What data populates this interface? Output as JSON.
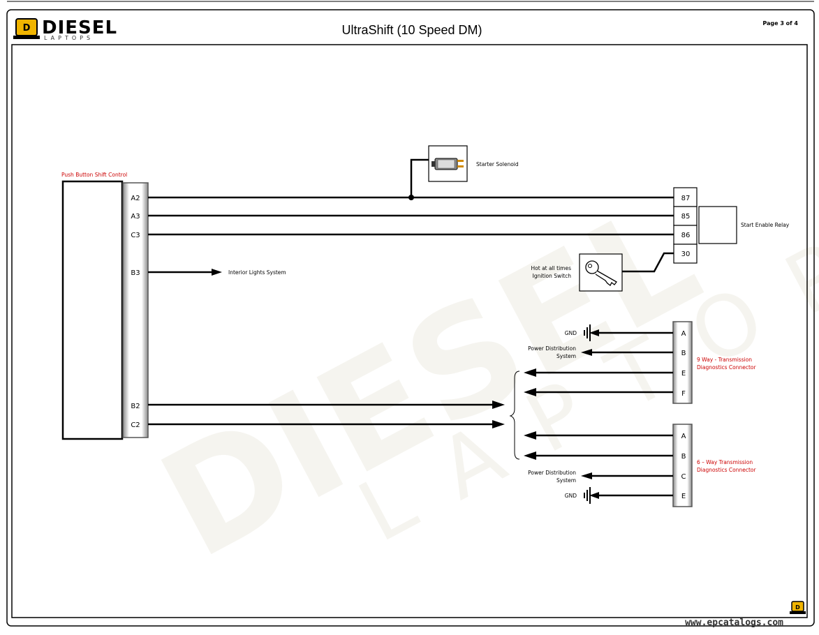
{
  "header": {
    "logo_text": "DIESEL",
    "logo_sub": "LAPTOPS",
    "title": "UltraShift (10 Speed DM)",
    "page": "Page 3 of 4"
  },
  "watermark": {
    "url": "www.epcatalogs.com"
  },
  "colors": {
    "accent_red": "#cc0000",
    "logo_gold": "#f0b400",
    "line": "#000000"
  },
  "push_button": {
    "title": "Push Button Shift Control",
    "pins": [
      "A2",
      "A3",
      "C3",
      "B3",
      "B2",
      "C2"
    ]
  },
  "starter_solenoid": {
    "label": "Starter Solenoid"
  },
  "relay": {
    "label": "Start Enable Relay",
    "pins": [
      "87",
      "85",
      "86",
      "30"
    ]
  },
  "ignition": {
    "line1": "Hot at all times",
    "line2": "Ignition Switch"
  },
  "interior_lights": {
    "label": "Interior Lights System"
  },
  "connector_9way": {
    "line1": "9 Way - Transmission",
    "line2": "Diagnostics Connector",
    "pins": [
      "A",
      "B",
      "E",
      "F"
    ]
  },
  "connector_6way": {
    "line1": "6 – Way Transmission",
    "line2": "Diagnostics Connector",
    "pins": [
      "A",
      "B",
      "C",
      "E"
    ]
  },
  "gnd_label": "GND",
  "power_dist": {
    "line1": "Power Distribution",
    "line2": "System"
  }
}
